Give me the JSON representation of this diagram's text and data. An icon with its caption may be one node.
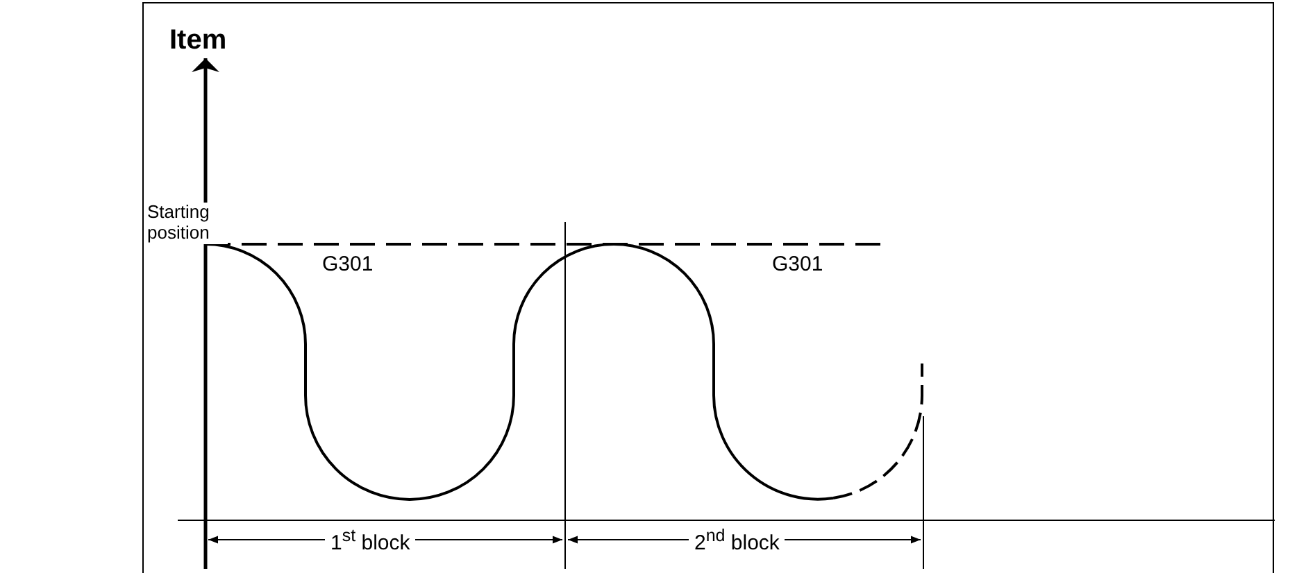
{
  "diagram": {
    "labels": [
      "Item",
      "Starting position",
      "G301",
      "G301",
      "1$^{st}$ block",
      "2$^{nd}$ block"
    ]
  }
}
